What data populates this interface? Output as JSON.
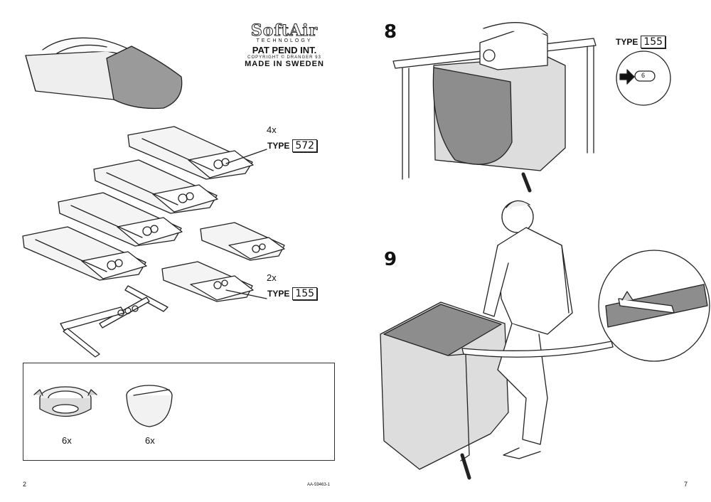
{
  "brand": {
    "logo": "SoftAir",
    "technology": "TECHNOLOGY",
    "patent": "PAT PEND INT.",
    "copyright": "COPYRIGHT © DRANGER 93",
    "made_in": "MADE IN SWEDEN"
  },
  "callouts": {
    "qty_572": "4x",
    "type_word": "TYPE",
    "type_572": "572",
    "qty_155": "2x",
    "type_155": "155"
  },
  "parts": {
    "ring_qty": "6x",
    "cup_qty": "6x"
  },
  "steps": {
    "step8": "8",
    "step9": "9",
    "type_word": "TYPE",
    "type_155": "155",
    "arrow_num": "6"
  },
  "footer": {
    "page_left": "2",
    "doc_id": "AA-59463-1",
    "page_right": "7"
  }
}
